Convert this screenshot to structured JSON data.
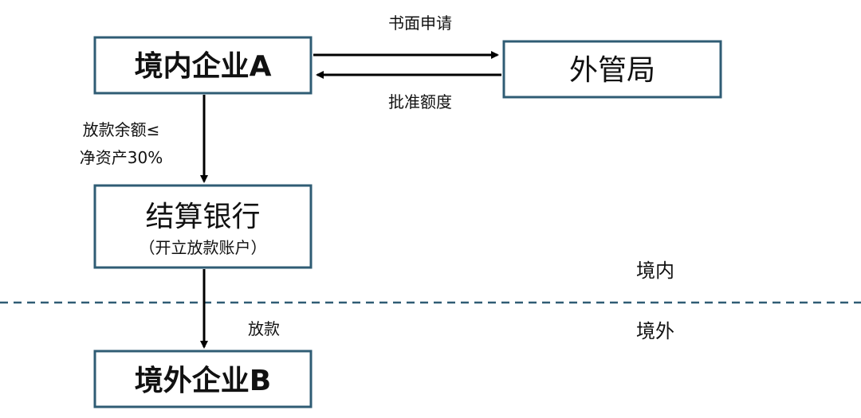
{
  "nodes": {
    "enterprise_a": {
      "label": "境内企业A"
    },
    "safe": {
      "label": "外管局"
    },
    "settlement_bank": {
      "label": "结算银行",
      "sublabel": "（开立放款账户）"
    },
    "enterprise_b": {
      "label": "境外企业B"
    }
  },
  "edges": {
    "written_application": {
      "label": "书面申请",
      "from": "enterprise_a",
      "to": "safe"
    },
    "approved_quota": {
      "label": "批准额度",
      "from": "safe",
      "to": "enterprise_a"
    },
    "loan_balance_limit": {
      "label_line1": "放款余额≤",
      "label_line2": "净资产30%",
      "from": "enterprise_a",
      "to": "settlement_bank"
    },
    "loan": {
      "label": "放款",
      "from": "settlement_bank",
      "to": "enterprise_b"
    }
  },
  "regions": {
    "domestic": "境内",
    "overseas": "境外"
  },
  "colors": {
    "box_border": "#2f5c74",
    "divider": "#2f5c74",
    "arrow": "#000000",
    "text": "#111111"
  }
}
